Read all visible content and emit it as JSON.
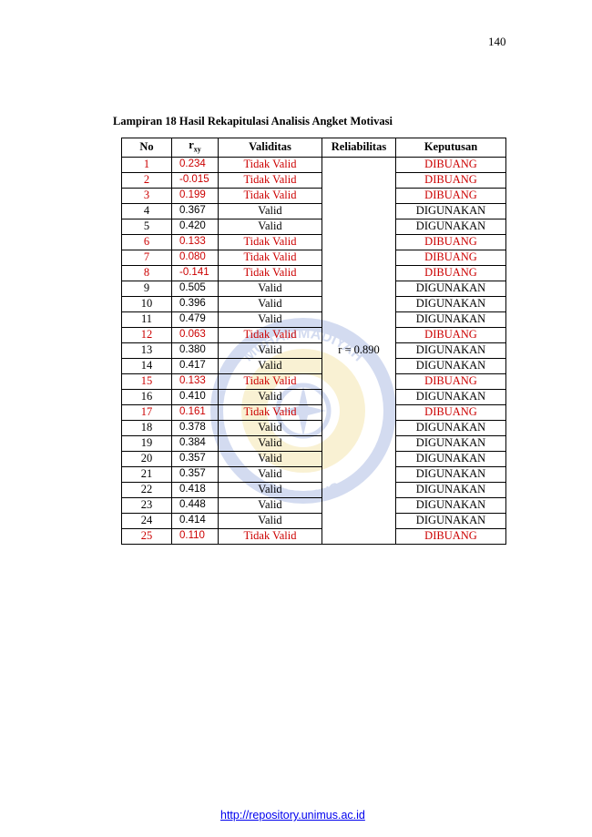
{
  "page_number": "140",
  "caption": "Lampiran 18 Hasil Rekapitulasi Analisis Angket Motivasi",
  "table": {
    "headers": {
      "no": "No",
      "rxy_main": "r",
      "rxy_sub": "xy",
      "validitas": "Validitas",
      "reliabilitas": "Reliabilitas",
      "keputusan": "Keputusan"
    },
    "reliability_value": "r = 0.890",
    "rows": [
      {
        "no": "1",
        "rxy": "0.234",
        "validitas": "Tidak Valid",
        "keputusan": "DIBUANG"
      },
      {
        "no": "2",
        "rxy": "-0.015",
        "validitas": "Tidak Valid",
        "keputusan": "DIBUANG"
      },
      {
        "no": "3",
        "rxy": "0.199",
        "validitas": "Tidak Valid",
        "keputusan": "DIBUANG"
      },
      {
        "no": "4",
        "rxy": "0.367",
        "validitas": "Valid",
        "keputusan": "DIGUNAKAN"
      },
      {
        "no": "5",
        "rxy": "0.420",
        "validitas": "Valid",
        "keputusan": "DIGUNAKAN"
      },
      {
        "no": "6",
        "rxy": "0.133",
        "validitas": "Tidak Valid",
        "keputusan": "DIBUANG"
      },
      {
        "no": "7",
        "rxy": "0.080",
        "validitas": "Tidak Valid",
        "keputusan": "DIBUANG"
      },
      {
        "no": "8",
        "rxy": "-0.141",
        "validitas": "Tidak Valid",
        "keputusan": "DIBUANG"
      },
      {
        "no": "9",
        "rxy": "0.505",
        "validitas": "Valid",
        "keputusan": "DIGUNAKAN"
      },
      {
        "no": "10",
        "rxy": "0.396",
        "validitas": "Valid",
        "keputusan": "DIGUNAKAN"
      },
      {
        "no": "11",
        "rxy": "0.479",
        "validitas": "Valid",
        "keputusan": "DIGUNAKAN"
      },
      {
        "no": "12",
        "rxy": "0.063",
        "validitas": "Tidak Valid",
        "keputusan": "DIBUANG"
      },
      {
        "no": "13",
        "rxy": "0.380",
        "validitas": "Valid",
        "keputusan": "DIGUNAKAN"
      },
      {
        "no": "14",
        "rxy": "0.417",
        "validitas": "Valid",
        "keputusan": "DIGUNAKAN"
      },
      {
        "no": "15",
        "rxy": "0.133",
        "validitas": "Tidak Valid",
        "keputusan": "DIBUANG"
      },
      {
        "no": "16",
        "rxy": "0.410",
        "validitas": "Valid",
        "keputusan": "DIGUNAKAN"
      },
      {
        "no": "17",
        "rxy": "0.161",
        "validitas": "Tidak Valid",
        "keputusan": "DIBUANG"
      },
      {
        "no": "18",
        "rxy": "0.378",
        "validitas": "Valid",
        "keputusan": "DIGUNAKAN"
      },
      {
        "no": "19",
        "rxy": "0.384",
        "validitas": "Valid",
        "keputusan": "DIGUNAKAN"
      },
      {
        "no": "20",
        "rxy": "0.357",
        "validitas": "Valid",
        "keputusan": "DIGUNAKAN"
      },
      {
        "no": "21",
        "rxy": "0.357",
        "validitas": "Valid",
        "keputusan": "DIGUNAKAN"
      },
      {
        "no": "22",
        "rxy": "0.418",
        "validitas": "Valid",
        "keputusan": "DIGUNAKAN"
      },
      {
        "no": "23",
        "rxy": "0.448",
        "validitas": "Valid",
        "keputusan": "DIGUNAKAN"
      },
      {
        "no": "24",
        "rxy": "0.414",
        "validitas": "Valid",
        "keputusan": "DIGUNAKAN"
      },
      {
        "no": "25",
        "rxy": "0.110",
        "validitas": "Tidak Valid",
        "keputusan": "DIBUANG"
      }
    ]
  },
  "watermark": {
    "icon": "university-seal-watermark",
    "text_top": "MUHAMMADIYAH",
    "text_bottom": "SEMARANG"
  },
  "footer_link": "http://repository.unimus.ac.id",
  "colors": {
    "rejected": "#cc0000",
    "link": "#0000ee"
  }
}
